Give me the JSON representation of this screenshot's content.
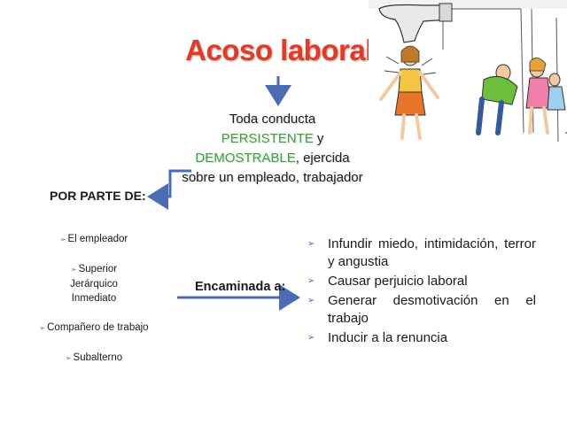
{
  "title": "Acoso laboral",
  "definition": {
    "line1": "Toda conducta",
    "persistente": "PERSISTENTE",
    "y": "y",
    "demostrable": "DEMOSTRABLE",
    "rest": ", ejercida sobre un empleado, trabajador"
  },
  "por_parte": {
    "label": "POR PARTE DE:",
    "items": [
      "El empleador",
      "Superior Jerárquico Inmediato",
      "Compañero de trabajo",
      "Subalterno"
    ]
  },
  "encaminada": {
    "label": "Encaminada a:",
    "items": [
      "Infundir miedo, intimidación, terror y angustia",
      "Causar perjuicio laboral",
      "Generar desmotivación en el trabajo",
      "Inducir a la renuncia"
    ]
  },
  "colors": {
    "title": "#e23b25",
    "highlight": "#3aa53a",
    "arrow": "#4d6bb3"
  }
}
